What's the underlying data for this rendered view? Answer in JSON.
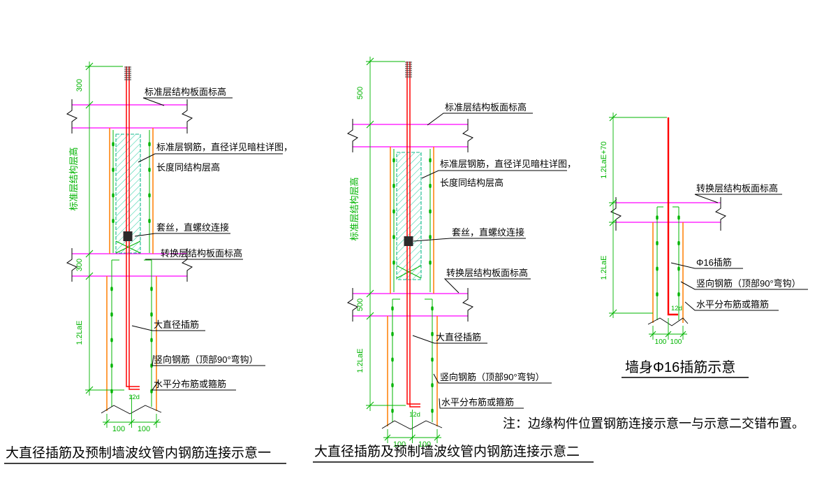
{
  "drawing_type": "structural rebar connection detail (CAD)",
  "palette": {
    "slab_magenta": "#ff00ff",
    "wall_orange": "#ff7f00",
    "dimension_green": "#00b400",
    "rebar_red": "#ff0000",
    "duct_hatch": "#2fd0a4",
    "text_black": "#000000"
  },
  "labels": {
    "std_slab_elev": "标准层结构板面标高",
    "std_rebar_line1": "标准层钢筋，直径详见暗柱详图，",
    "std_rebar_line2": "长度同结构层高",
    "thread_joint": "套丝，直螺纹连接",
    "transfer_slab_elev": "转换层结构板面标高",
    "large_dowel": "大直径插筋",
    "vertical_rebar_hook": "竖向钢筋（顶部90°弯钩）",
    "horizontal_bars": "水平分布筋或箍筋",
    "floor_height": "标准层结构层高",
    "phi16_dowel": "Φ16插筋",
    "hook_12d": "12d",
    "dim_100": "100",
    "dim_300": "300",
    "dim_500": "500",
    "lap_12lae": "1.2LaE",
    "lap_12lae70": "1.2LaE+70"
  },
  "titles": {
    "detail1": "大直径插筋及预制墙波纹管内钢筋连接示意一",
    "detail2": "大直径插筋及预制墙波纹管内钢筋连接示意二",
    "detail3": "墙身Φ16插筋示意"
  },
  "note": "注：边缘构件位置钢筋连接示意一与示意二交错布置。"
}
